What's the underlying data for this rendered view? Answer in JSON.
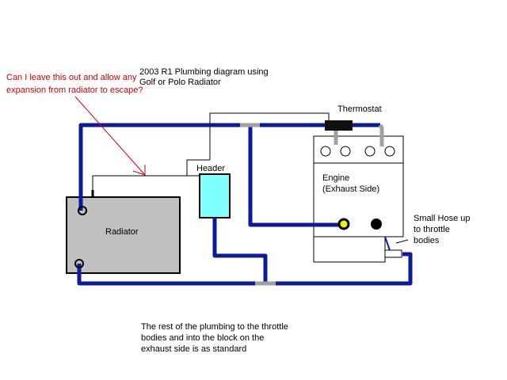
{
  "title": {
    "line1": "2003 R1 Plumbing diagram using",
    "line2": "Golf or Polo Radiator"
  },
  "question": {
    "line1": "Can I leave this out and allow any",
    "line2": "expansion from radiator to escape?"
  },
  "labels": {
    "thermostat": "Thermostat",
    "header": "Header",
    "radiator": "Radiator",
    "engine_line1": "Engine",
    "engine_line2": "(Exhaust Side)",
    "small_hose_line1": "Small Hose up",
    "small_hose_line2": "to throttle",
    "small_hose_line3": "bodies"
  },
  "note": {
    "line1": "The rest of the plumbing to the throttle",
    "line2": "bodies and into the block on the",
    "line3": "exhaust side is as standard"
  },
  "colors": {
    "hose": "#0c1a9c",
    "tee": "#a0a0a0",
    "radiator": "#c0c0c0",
    "header": "#80ffff",
    "annotation": "#d00000",
    "thermostat": "#111111",
    "port_yellow": "#f4f000"
  }
}
